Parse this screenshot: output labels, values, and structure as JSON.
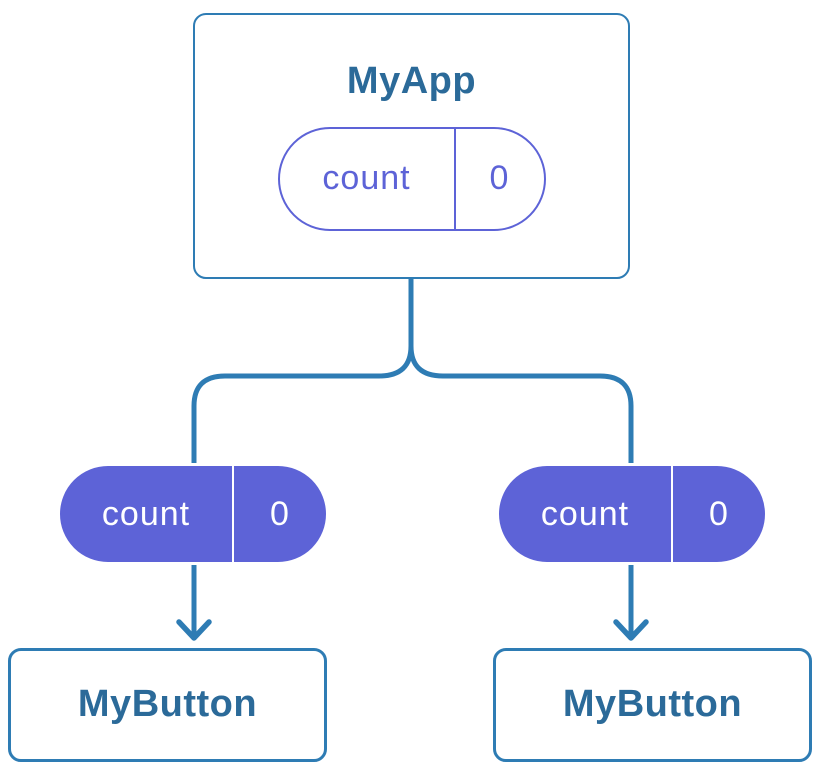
{
  "colors": {
    "connector_blue": "#2e7cb4",
    "card_border_blue": "#2e7cb4",
    "title_text_blue": "#2b6a99",
    "accent_purple": "#5d63d7",
    "card_background": "#ffffff"
  },
  "diagram": {
    "root": {
      "title": "MyApp",
      "prop": {
        "label": "count",
        "value": "0"
      }
    },
    "children": [
      {
        "title": "MyButton",
        "prop": {
          "label": "count",
          "value": "0"
        }
      },
      {
        "title": "MyButton",
        "prop": {
          "label": "count",
          "value": "0"
        }
      }
    ]
  }
}
